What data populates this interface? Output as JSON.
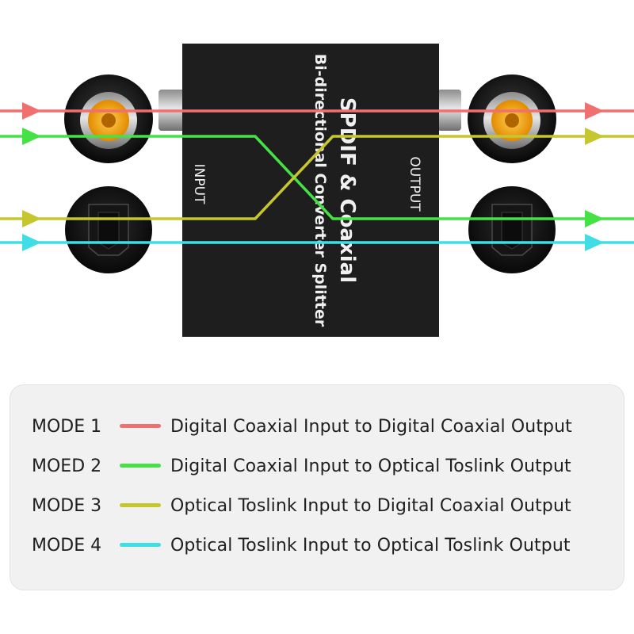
{
  "device": {
    "title": "SPDIF & Coaxial",
    "subtitle": "Bi-directional Converter Splitter",
    "input_label": "INPUT",
    "output_label": "OUTPUT",
    "body_color": "#1e1e1e"
  },
  "colors": {
    "mode1": "#f07070",
    "mode2": "#44e244",
    "mode3": "#c6c62e",
    "mode4": "#3fdde6"
  },
  "ports": {
    "left_top": "coaxial-rca-jack",
    "left_bottom": "optical-toslink-port",
    "right_top": "coaxial-rca-jack",
    "right_bottom": "optical-toslink-port"
  },
  "legend": {
    "modes": [
      {
        "label": "MODE 1",
        "color": "#f07070",
        "description": "Digital Coaxial Input to Digital Coaxial Output"
      },
      {
        "label": "MOED 2",
        "color": "#44e244",
        "description": "Digital Coaxial Input to Optical Toslink Output"
      },
      {
        "label": "MODE 3",
        "color": "#c6c62e",
        "description": "Optical Toslink Input to Digital Coaxial Output"
      },
      {
        "label": "MODE 4",
        "color": "#3fdde6",
        "description": "Optical Toslink Input to Optical Toslink Output"
      }
    ]
  }
}
